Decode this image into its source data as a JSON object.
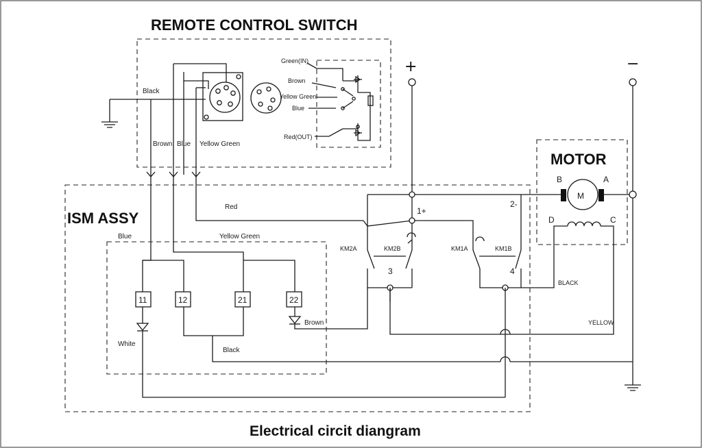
{
  "titles": {
    "remote_control_switch": "REMOTE CONTROL SWITCH",
    "ism_assy": "ISM ASSY",
    "motor": "MOTOR",
    "caption": "Electrical circit diangram"
  },
  "remote_switch": {
    "wire_black": "Black",
    "wire_brown": "Brown",
    "wire_blue": "Blue",
    "wire_yellow_green": "Yellow Green",
    "pin_green_in": "Green(IN)",
    "pin_brown": "Brown",
    "pin_yellow_green": "Yellow Green",
    "pin_blue": "Blue",
    "pin_red_out": "Red(OUT)"
  },
  "ism": {
    "wire_red": "Red",
    "wire_blue": "Blue",
    "wire_yellow_green": "Yellow Green",
    "wire_white": "White",
    "wire_brown": "Brown",
    "wire_black": "Black",
    "relays": [
      "11",
      "12",
      "21",
      "22"
    ]
  },
  "contactors": {
    "km2a": "KM2A",
    "km2b": "KM2B",
    "km1a": "KM1A",
    "km1b": "KM1B",
    "terminal_3": "3",
    "terminal_4": "4",
    "terminal_1_plus": "1+",
    "terminal_2_minus": "2-"
  },
  "motor": {
    "terminal_a": "A",
    "terminal_b": "B",
    "terminal_c": "C",
    "terminal_d": "D",
    "armature": "M",
    "wire_black": "BLACK",
    "wire_yellow": "YELLOW"
  },
  "supply": {
    "positive": "+",
    "negative": "−"
  }
}
